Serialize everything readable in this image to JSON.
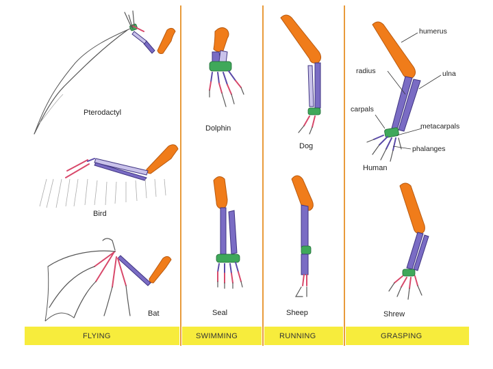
{
  "animals": {
    "pterodactyl": "Pterodactyl",
    "bird": "Bird",
    "bat": "Bat",
    "dolphin": "Dolphin",
    "seal": "Seal",
    "dog": "Dog",
    "sheep": "Sheep",
    "human": "Human",
    "shrew": "Shrew"
  },
  "bones": {
    "humerus": "humerus",
    "radius": "radius",
    "ulna": "ulna",
    "carpals": "carpals",
    "metacarpals": "metacarpals",
    "phalanges": "phalanges"
  },
  "categories": {
    "flying": "FLYING",
    "swimming": "SWIMMING",
    "running": "RUNNING",
    "grasping": "GRASPING"
  },
  "colors": {
    "humerus": "#f07c1a",
    "radius_ulna": "#6a5ab8",
    "carpals": "#3fa85a",
    "phalanges": "#d8486a",
    "category_band": "#f7ec3c",
    "divider": "#e89a3a"
  }
}
